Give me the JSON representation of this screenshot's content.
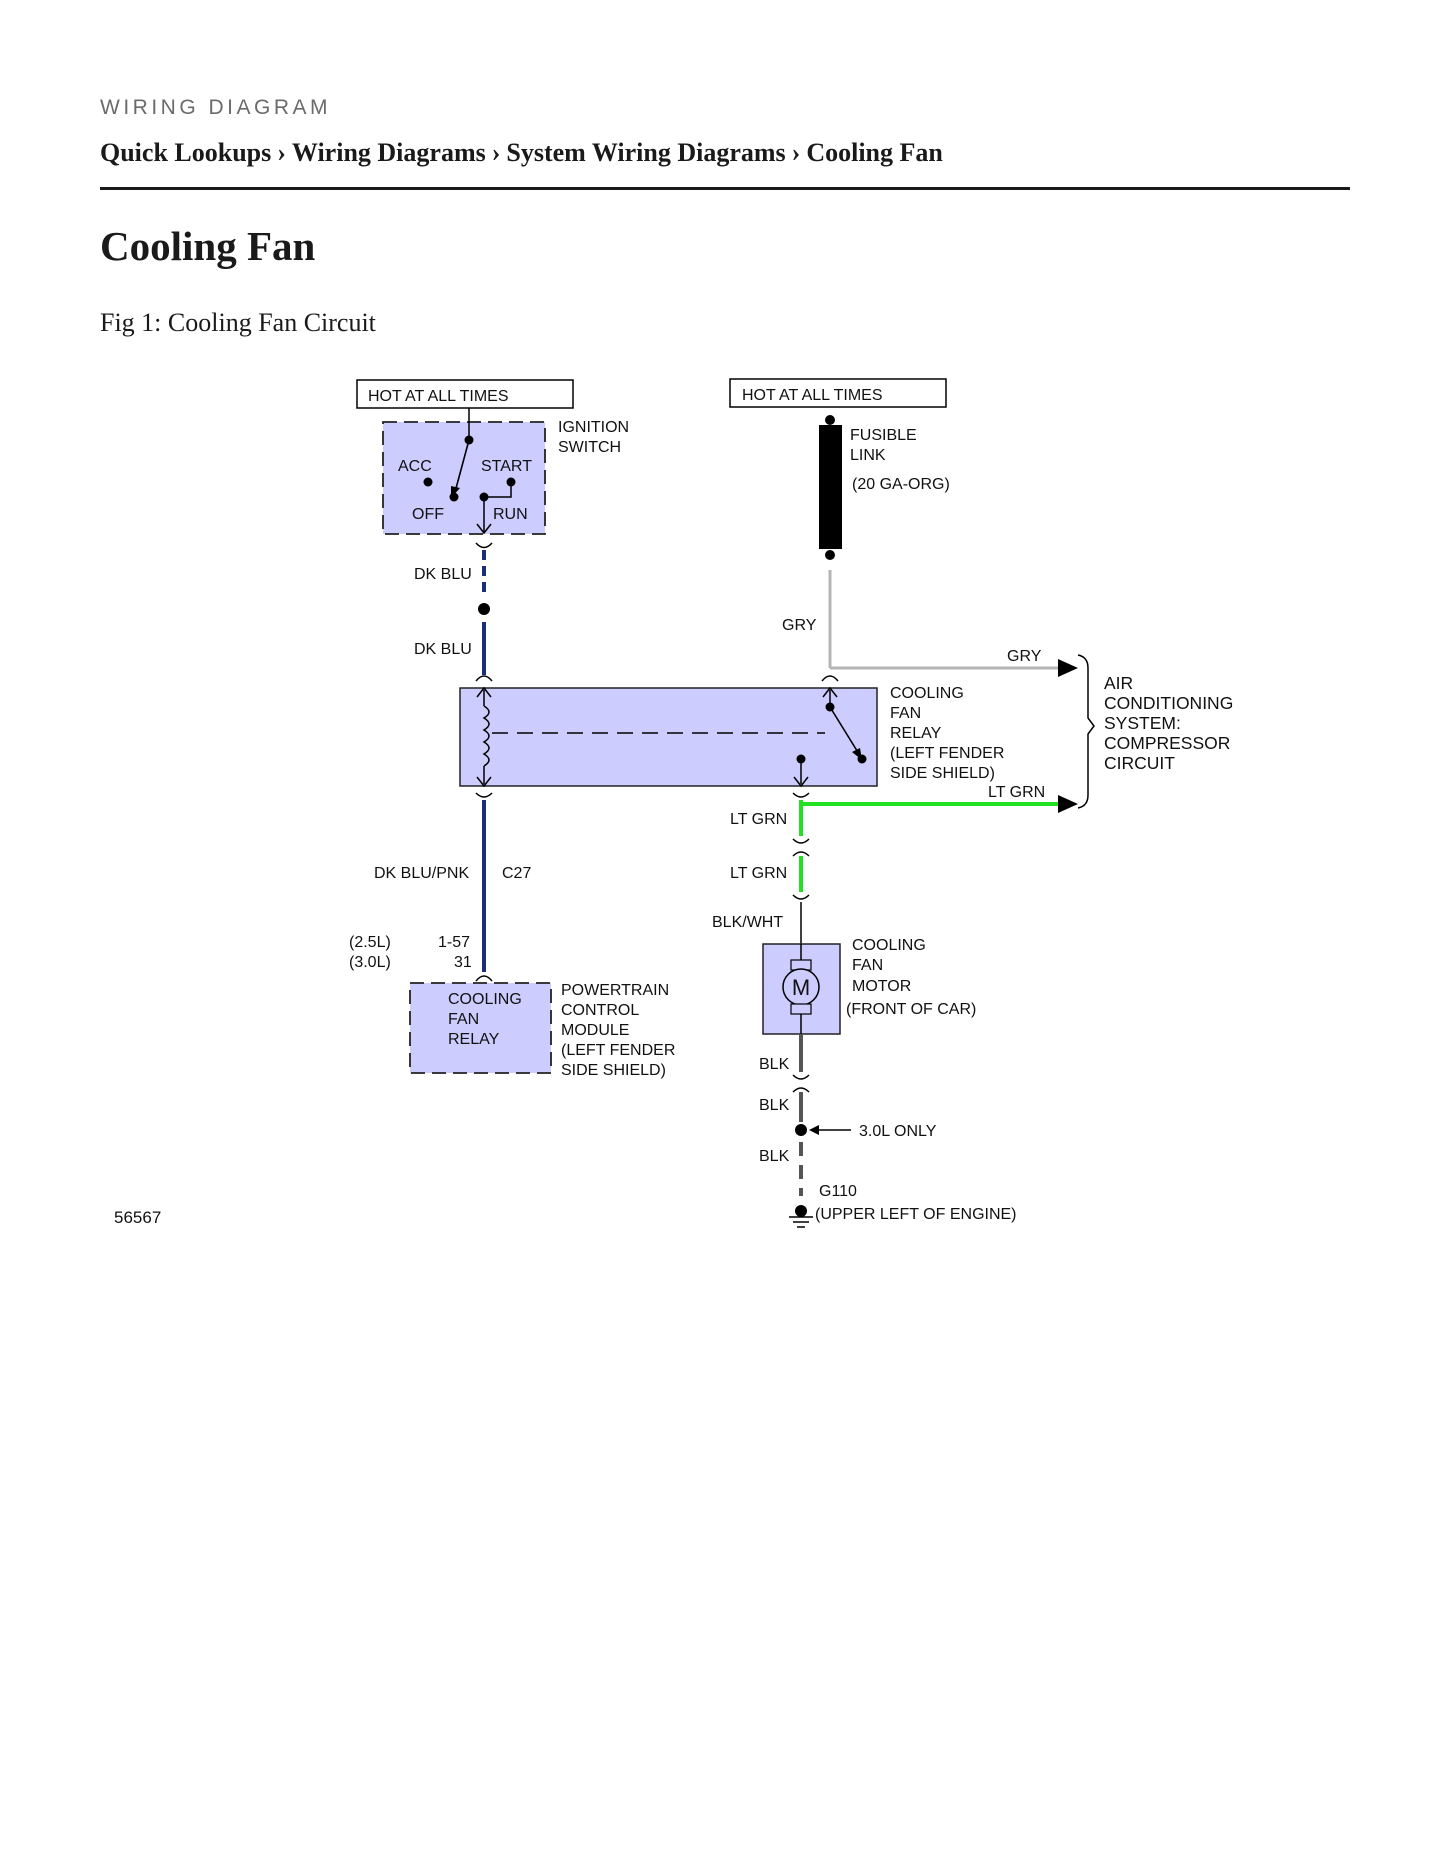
{
  "header": {
    "kicker": "WIRING DIAGRAM",
    "breadcrumb": [
      "Quick Lookups",
      "Wiring Diagrams",
      "System Wiring Diagrams",
      "Cooling Fan"
    ],
    "separator": "›"
  },
  "page_title": "Cooling Fan",
  "figure_caption": "Fig 1: Cooling Fan Circuit",
  "diagram": {
    "hot_left": "HOT AT ALL TIMES",
    "hot_right": "HOT AT ALL TIMES",
    "ignition": {
      "label_1": "IGNITION",
      "label_2": "SWITCH",
      "acc": "ACC",
      "start": "START",
      "off": "OFF",
      "run": "RUN"
    },
    "fusible": {
      "label_1": "FUSIBLE",
      "label_2": "LINK",
      "gauge": "(20 GA-ORG)"
    },
    "wires": {
      "dk_blu_1": "DK BLU",
      "dk_blu_2": "DK BLU",
      "gry_1": "GRY",
      "gry_2": "GRY",
      "lt_grn_1": "LT GRN",
      "lt_grn_2": "LT GRN",
      "lt_grn_3": "LT GRN",
      "dk_blu_pnk": "DK BLU/PNK",
      "c27": "C27",
      "blk_wht": "BLK/WHT",
      "blk_1": "BLK",
      "blk_2": "BLK",
      "blk_3": "BLK"
    },
    "relay": {
      "line_1": "COOLING",
      "line_2": "FAN",
      "line_3": "RELAY",
      "line_4": "(LEFT FENDER",
      "line_5": "SIDE SHIELD)"
    },
    "ac_system": {
      "line_1": "AIR",
      "line_2": "CONDITIONING",
      "line_3": "SYSTEM:",
      "line_4": "COMPRESSOR",
      "line_5": "CIRCUIT"
    },
    "pcm": {
      "engine_25": "(2.5L)",
      "engine_30": "(3.0L)",
      "pin_25": "1-57",
      "pin_30": "31",
      "box_1": "COOLING",
      "box_2": "FAN",
      "box_3": "RELAY",
      "label_1": "POWERTRAIN",
      "label_2": "CONTROL",
      "label_3": "MODULE",
      "label_4": "(LEFT FENDER",
      "label_5": "SIDE SHIELD)"
    },
    "motor": {
      "symbol": "M",
      "label_1": "COOLING",
      "label_2": "FAN",
      "label_3": "MOTOR",
      "label_4": "(FRONT OF CAR)"
    },
    "ground": {
      "only_note": "3.0L ONLY",
      "id": "G110",
      "location": "(UPPER LEFT OF ENGINE)"
    },
    "figure_number": "56567",
    "colors": {
      "dk_blu": "#1a2f7a",
      "gry": "#b5b5b5",
      "lt_grn": "#22e022",
      "blk": "#555555",
      "component_fill": "#ccccff"
    }
  }
}
